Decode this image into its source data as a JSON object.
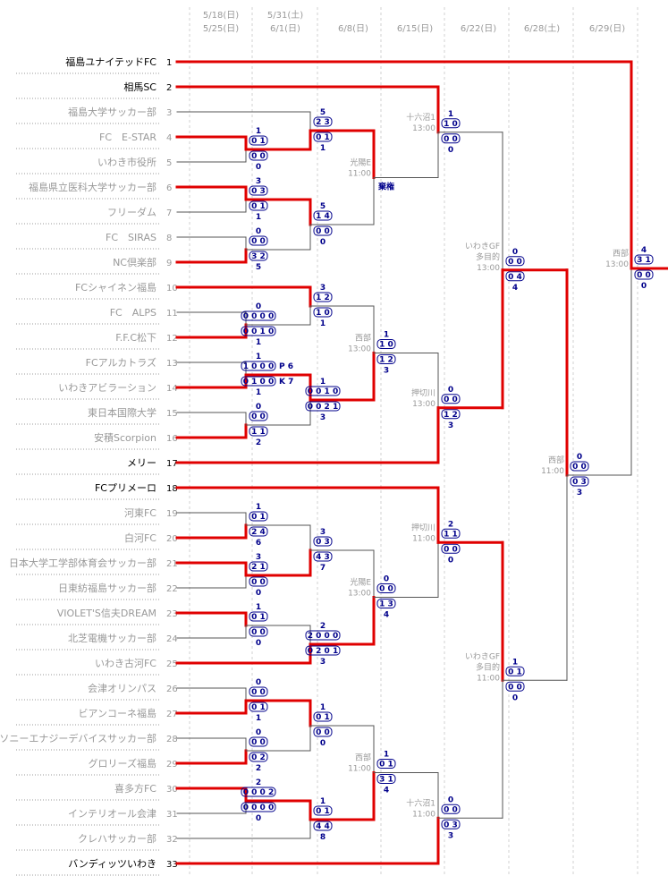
{
  "dates": [
    {
      "col": 0,
      "l1": "5/18(日)",
      "l2": "5/25(日)"
    },
    {
      "col": 1,
      "l1": "5/31(土)",
      "l2": "6/1(日)"
    },
    {
      "col": 2,
      "l1": "6/8(日)",
      "l2": ""
    },
    {
      "col": 3,
      "l1": "6/15(日)",
      "l2": ""
    },
    {
      "col": 4,
      "l1": "6/22(日)",
      "l2": ""
    },
    {
      "col": 5,
      "l1": "6/28(土)",
      "l2": ""
    },
    {
      "col": 6,
      "l1": "6/29(日)",
      "l2": ""
    }
  ],
  "teams": [
    {
      "n": 1,
      "name": "福島ユナイテッドFC",
      "adv": true
    },
    {
      "n": 2,
      "name": "相馬SC",
      "adv": true
    },
    {
      "n": 3,
      "name": "福島大学サッカー部",
      "adv": false
    },
    {
      "n": 4,
      "name": "FC　E-STAR",
      "adv": false
    },
    {
      "n": 5,
      "name": "いわき市役所",
      "adv": false
    },
    {
      "n": 6,
      "name": "福島県立医科大学サッカー部",
      "adv": false
    },
    {
      "n": 7,
      "name": "フリーダム",
      "adv": false
    },
    {
      "n": 8,
      "name": "FC　SIRAS",
      "adv": false
    },
    {
      "n": 9,
      "name": "NC倶楽部",
      "adv": false
    },
    {
      "n": 10,
      "name": "FCシャイネン福島",
      "adv": false
    },
    {
      "n": 11,
      "name": "FC　ALPS",
      "adv": false
    },
    {
      "n": 12,
      "name": "F.F.C松下",
      "adv": false
    },
    {
      "n": 13,
      "name": "FCアルカトラズ",
      "adv": false
    },
    {
      "n": 14,
      "name": "いわきアビラーション",
      "adv": false
    },
    {
      "n": 15,
      "name": "東日本国際大学",
      "adv": false
    },
    {
      "n": 16,
      "name": "安積Scorpion",
      "adv": false
    },
    {
      "n": 17,
      "name": "メリー",
      "adv": true
    },
    {
      "n": 18,
      "name": "FCプリメーロ",
      "adv": true
    },
    {
      "n": 19,
      "name": "河東FC",
      "adv": false
    },
    {
      "n": 20,
      "name": "白河FC",
      "adv": false
    },
    {
      "n": 21,
      "name": "日本大学工学部体育会サッカー部",
      "adv": false
    },
    {
      "n": 22,
      "name": "日東紡福島サッカー部",
      "adv": false
    },
    {
      "n": 23,
      "name": "VIOLET'S信夫DREAM",
      "adv": false
    },
    {
      "n": 24,
      "name": "北芝電機サッカー部",
      "adv": false
    },
    {
      "n": 25,
      "name": "いわき古河FC",
      "adv": false
    },
    {
      "n": 26,
      "name": "会津オリンパス",
      "adv": false
    },
    {
      "n": 27,
      "name": "ビアンコーネ福島",
      "adv": false
    },
    {
      "n": 28,
      "name": "ソニーエナジーデバイスサッカー部",
      "adv": false
    },
    {
      "n": 29,
      "name": "グロリーズ福島",
      "adv": false
    },
    {
      "n": 30,
      "name": "喜多方FC",
      "adv": false
    },
    {
      "n": 31,
      "name": "インテリオール会津",
      "adv": false
    },
    {
      "n": 32,
      "name": "クレハサッカー部",
      "adv": false
    },
    {
      "n": 33,
      "name": "バンディッツいわき",
      "adv": true
    }
  ],
  "matches": [
    {
      "id": "r1a",
      "col": 0,
      "top": "4",
      "bot": "5",
      "win": "top",
      "venue": [],
      "ft": "1",
      "h1": "0 1",
      "h2": "0 0",
      "fb": "0",
      "note": ""
    },
    {
      "id": "r1b",
      "col": 0,
      "top": "6",
      "bot": "7",
      "win": "top",
      "venue": [],
      "ft": "3",
      "h1": "0 3",
      "h2": "0 1",
      "fb": "1",
      "note": ""
    },
    {
      "id": "r1c",
      "col": 0,
      "top": "8",
      "bot": "9",
      "win": "bot",
      "venue": [],
      "ft": "0",
      "h1": "0 0",
      "h2": "3 2",
      "fb": "5",
      "note": ""
    },
    {
      "id": "r1d",
      "col": 0,
      "top": "11",
      "bot": "12",
      "win": "bot",
      "venue": [],
      "ft": "0",
      "h1": "0 0 0 0",
      "h2": "0 0 1 0",
      "fb": "1",
      "note": ""
    },
    {
      "id": "r1e",
      "col": 0,
      "top": "13",
      "bot": "14",
      "win": "bot",
      "venue": [],
      "ft": "1",
      "h1": "1 0 0 0",
      "h2": "0 1 0 0",
      "fb": "1",
      "note": "P 6",
      "note2": "K 7"
    },
    {
      "id": "r1f",
      "col": 0,
      "top": "15",
      "bot": "16",
      "win": "bot",
      "venue": [],
      "ft": "0",
      "h1": "0 0",
      "h2": "1 1",
      "fb": "2",
      "note": ""
    },
    {
      "id": "r1g",
      "col": 0,
      "top": "19",
      "bot": "20",
      "win": "bot",
      "venue": [],
      "ft": "1",
      "h1": "0 1",
      "h2": "2 4",
      "fb": "6",
      "note": ""
    },
    {
      "id": "r1h",
      "col": 0,
      "top": "21",
      "bot": "22",
      "win": "top",
      "venue": [],
      "ft": "3",
      "h1": "2 1",
      "h2": "0 0",
      "fb": "0",
      "note": ""
    },
    {
      "id": "r1i",
      "col": 0,
      "top": "23",
      "bot": "24",
      "win": "top",
      "venue": [],
      "ft": "1",
      "h1": "0 1",
      "h2": "0 0",
      "fb": "0",
      "note": ""
    },
    {
      "id": "r1j",
      "col": 0,
      "top": "26",
      "bot": "27",
      "win": "bot",
      "venue": [],
      "ft": "0",
      "h1": "0 0",
      "h2": "0 1",
      "fb": "1",
      "note": ""
    },
    {
      "id": "r1k",
      "col": 0,
      "top": "28",
      "bot": "29",
      "win": "bot",
      "venue": [],
      "ft": "0",
      "h1": "0 0",
      "h2": "0 2",
      "fb": "2",
      "note": ""
    },
    {
      "id": "r1l",
      "col": 0,
      "top": "30",
      "bot": "31",
      "win": "top",
      "venue": [],
      "ft": "2",
      "h1": "0 0 0 2",
      "h2": "0 0 0 0",
      "fb": "0",
      "note": ""
    },
    {
      "id": "r2a",
      "col": 1,
      "top": "3",
      "bot": "r1a",
      "win": "bot",
      "venue": [],
      "ft": "5",
      "h1": "2 3",
      "h2": "0 1",
      "fb": "1",
      "note": ""
    },
    {
      "id": "r2b",
      "col": 1,
      "top": "r1b",
      "bot": "r1c",
      "win": "top",
      "venue": [],
      "ft": "5",
      "h1": "1 4",
      "h2": "0 0",
      "fb": "0",
      "note": ""
    },
    {
      "id": "r2c",
      "col": 1,
      "top": "10",
      "bot": "r1d",
      "win": "top",
      "venue": [],
      "ft": "3",
      "h1": "1 2",
      "h2": "1 0",
      "fb": "1",
      "note": ""
    },
    {
      "id": "r2d",
      "col": 1,
      "top": "r1e",
      "bot": "r1f",
      "win": "top",
      "venue": [],
      "ft": "1",
      "h1": "0 0 1 0",
      "h2": "0 0 2 1",
      "fb": "3",
      "note": ""
    },
    {
      "id": "r2e",
      "col": 1,
      "top": "r1g",
      "bot": "r1h",
      "win": "bot",
      "venue": [],
      "ft": "3",
      "h1": "0 3",
      "h2": "4 3",
      "fb": "7",
      "note": ""
    },
    {
      "id": "r2f",
      "col": 1,
      "top": "r1i",
      "bot": "25",
      "win": "bot",
      "venue": [],
      "ft": "2",
      "h1": "2 0 0 0",
      "h2": "0 2 0 1",
      "fb": "3",
      "note": ""
    },
    {
      "id": "r2g",
      "col": 1,
      "top": "r1j",
      "bot": "r1k",
      "win": "top",
      "venue": [],
      "ft": "1",
      "h1": "0 1",
      "h2": "0 0",
      "fb": "0",
      "note": ""
    },
    {
      "id": "r2h",
      "col": 1,
      "top": "r1l",
      "bot": "32",
      "win": "top",
      "venue": [],
      "ft": "1",
      "h1": "0 1",
      "h2": "4 4",
      "fb": "8",
      "note": ""
    },
    {
      "id": "r3a",
      "col": 2,
      "top": "r2a",
      "bot": "r2b",
      "win": "top",
      "venue": [
        "光陽E",
        "11:00"
      ],
      "ft": "",
      "h1": "",
      "h2": "",
      "fb": "",
      "note": "棄権"
    },
    {
      "id": "r3b",
      "col": 2,
      "top": "r2c",
      "bot": "r2d",
      "win": "bot",
      "venue": [
        "西部",
        "13:00"
      ],
      "ft": "1",
      "h1": "1 0",
      "h2": "1 2",
      "fb": "3",
      "note": ""
    },
    {
      "id": "r3c",
      "col": 2,
      "top": "r2e",
      "bot": "r2f",
      "win": "bot",
      "venue": [
        "光陽E",
        "13:00"
      ],
      "ft": "0",
      "h1": "0 0",
      "h2": "1 3",
      "fb": "4",
      "note": ""
    },
    {
      "id": "r3d",
      "col": 2,
      "top": "r2g",
      "bot": "r2h",
      "win": "bot",
      "venue": [
        "西部",
        "11:00"
      ],
      "ft": "1",
      "h1": "0 1",
      "h2": "3 1",
      "fb": "4",
      "note": ""
    },
    {
      "id": "r4a",
      "col": 3,
      "top": "2",
      "bot": "r3a",
      "win": "top",
      "venue": [
        "十六沼1",
        "13:00"
      ],
      "ft": "1",
      "h1": "1 0",
      "h2": "0 0",
      "fb": "0",
      "note": ""
    },
    {
      "id": "r4b",
      "col": 3,
      "top": "r3b",
      "bot": "17",
      "win": "bot",
      "venue": [
        "押切川",
        "13:00"
      ],
      "ft": "0",
      "h1": "0 0",
      "h2": "1 2",
      "fb": "3",
      "note": ""
    },
    {
      "id": "r4c",
      "col": 3,
      "top": "18",
      "bot": "r3c",
      "win": "top",
      "venue": [
        "押切川",
        "11:00"
      ],
      "ft": "2",
      "h1": "1 1",
      "h2": "0 0",
      "fb": "0",
      "note": ""
    },
    {
      "id": "r4d",
      "col": 3,
      "top": "r3d",
      "bot": "33",
      "win": "bot",
      "venue": [
        "十六沼1",
        "11:00"
      ],
      "ft": "0",
      "h1": "0 0",
      "h2": "0 3",
      "fb": "3",
      "note": ""
    },
    {
      "id": "r5a",
      "col": 4,
      "top": "r4a",
      "bot": "r4b",
      "win": "bot",
      "venue": [
        "いわきGF",
        "多目的",
        "13:00"
      ],
      "ft": "0",
      "h1": "0 0",
      "h2": "0 4",
      "fb": "4",
      "note": ""
    },
    {
      "id": "r5b",
      "col": 4,
      "top": "r4c",
      "bot": "r4d",
      "win": "top",
      "venue": [
        "いわきGF",
        "多目的",
        "11:00"
      ],
      "ft": "1",
      "h1": "0 1",
      "h2": "0 0",
      "fb": "0",
      "note": ""
    },
    {
      "id": "r6a",
      "col": 5,
      "top": "r5a",
      "bot": "r5b",
      "win": "top",
      "venue": [
        "西部",
        "11:00"
      ],
      "ft": "0",
      "h1": "0 0",
      "h2": "0 3",
      "fb": "3",
      "note": ""
    },
    {
      "id": "r7a",
      "col": 6,
      "top": "1",
      "bot": "r6a",
      "win": "top",
      "venue": [
        "西部",
        "13:00"
      ],
      "ft": "4",
      "h1": "3 1",
      "h2": "0 0",
      "fb": "0",
      "note": ""
    }
  ]
}
